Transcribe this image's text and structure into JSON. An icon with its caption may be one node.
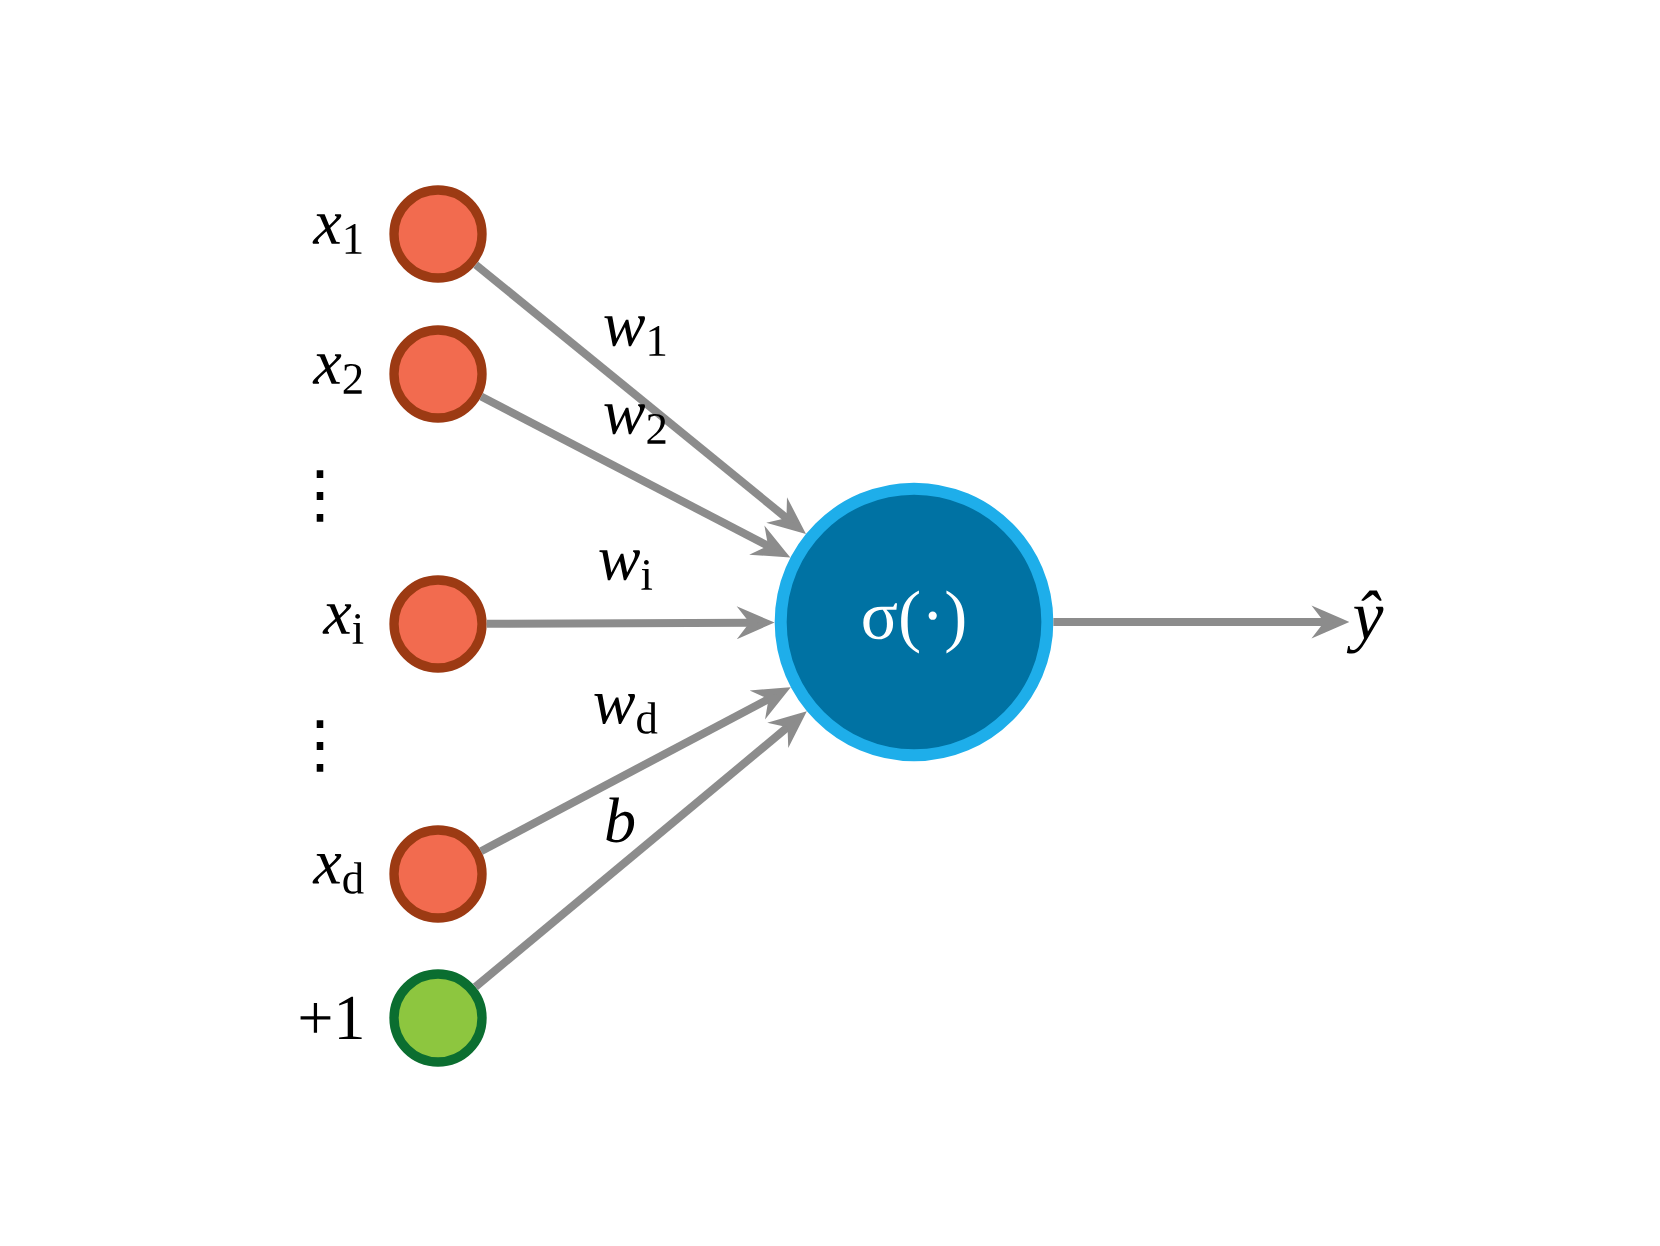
{
  "diagram": {
    "nodes": [
      {
        "text": [],
        "shape": "circle",
        "beside": [
          "*x*$_{1}$"
        ]
      },
      {
        "text": [],
        "shape": "circle",
        "beside": [
          "*x*$_{2}$"
        ]
      },
      {
        "text": [],
        "shape": "circle",
        "beside": [
          "*x*$_{i}$"
        ]
      },
      {
        "text": [],
        "shape": "circle",
        "beside": [
          "*x*$_{d}$"
        ]
      },
      {
        "text": [],
        "shape": "circle",
        "beside": [
          "+1"
        ]
      },
      {
        "text": [
          "σ(·)"
        ]
      },
      {
        "text": [
          "ŷ"
        ]
      }
    ],
    "edges": [
      {
        "from": 0,
        "to": 5,
        "arrow": "to",
        "label": "*w*$_{1}$"
      },
      {
        "from": 1,
        "to": 5,
        "arrow": "to",
        "label": "*w*$_{2}$"
      },
      {
        "from": 2,
        "to": 5,
        "arrow": "to",
        "label": "*w*$_{i}$"
      },
      {
        "from": 3,
        "to": 5,
        "arrow": "to",
        "label": "*w*$_{d}$"
      },
      {
        "from": 4,
        "to": 5,
        "arrow": "to",
        "label": "*b*"
      },
      {
        "from": 5,
        "to": 6,
        "arrow": "to"
      }
    ],
    "labels": [
      "⋮",
      "⋮"
    ]
  }
}
